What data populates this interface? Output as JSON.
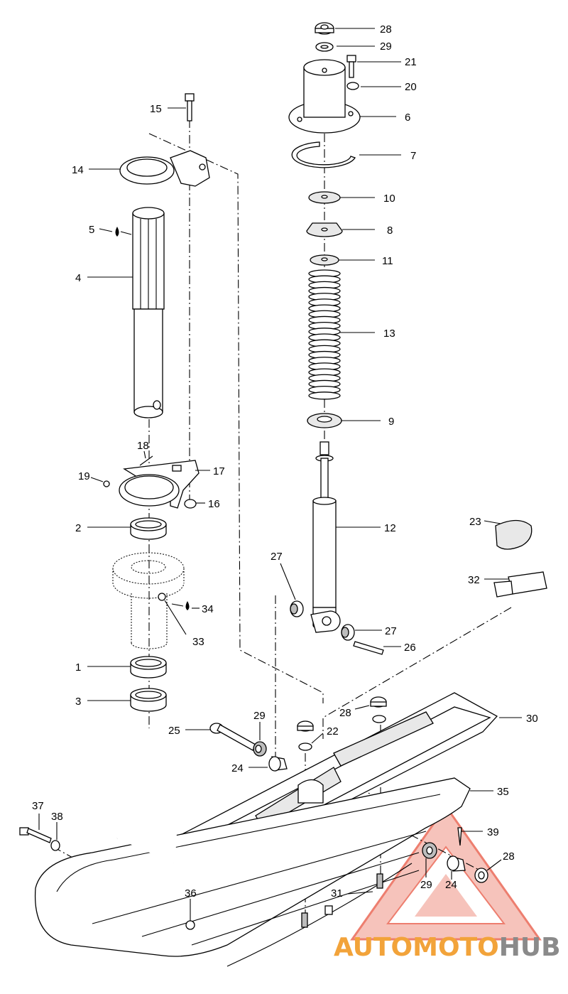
{
  "diagram": {
    "part_numbers": [
      "28",
      "29",
      "21",
      "20",
      "6",
      "7",
      "10",
      "8",
      "11",
      "13",
      "9",
      "12",
      "15",
      "14",
      "5",
      "4",
      "18",
      "17",
      "19",
      "16",
      "2",
      "34",
      "33",
      "1",
      "3",
      "23",
      "32",
      "27",
      "27",
      "26",
      "28",
      "22",
      "29",
      "25",
      "24",
      "30",
      "35",
      "37",
      "38",
      "39",
      "36",
      "28",
      "29",
      "24",
      "31"
    ],
    "watermark": {
      "word_a": "AUTO",
      "word_b": "MOTO",
      "word_c": "HUB",
      "color_a": "#f2a33a",
      "color_b": "#f2a33a",
      "color_c": "#8a8a8a",
      "triangle_color": "#e8543f"
    },
    "oil_icon_color": "#000000"
  }
}
